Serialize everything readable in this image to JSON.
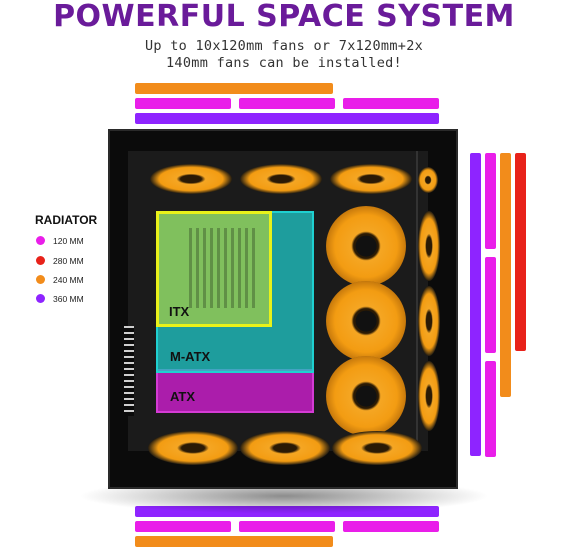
{
  "heading": {
    "title": "POWERFUL SPACE SYSTEM",
    "subtitle_line1": "Up to 10x120mm fans or 7x120mm+2x",
    "subtitle_line2": "140mm fans can be installed!"
  },
  "legend": {
    "title": "RADIATOR",
    "items": [
      {
        "label": "120 MM",
        "color": "#e91ee9"
      },
      {
        "label": "280 MM",
        "color": "#e8221a"
      },
      {
        "label": "240 MM",
        "color": "#f28c1b"
      },
      {
        "label": "360 MM",
        "color": "#8e24ff"
      }
    ]
  },
  "colors": {
    "title": "#6a1b9a",
    "magenta": "#e91ee9",
    "red": "#e8221a",
    "orange": "#f28c1b",
    "purple": "#8e24ff",
    "itx_box": "#e8f21a",
    "matx_box": "#1fd0d0",
    "atx_box": "#cc1fcc"
  },
  "boards": {
    "itx": "ITX",
    "matx": "M-ATX",
    "atx": "ATX"
  }
}
